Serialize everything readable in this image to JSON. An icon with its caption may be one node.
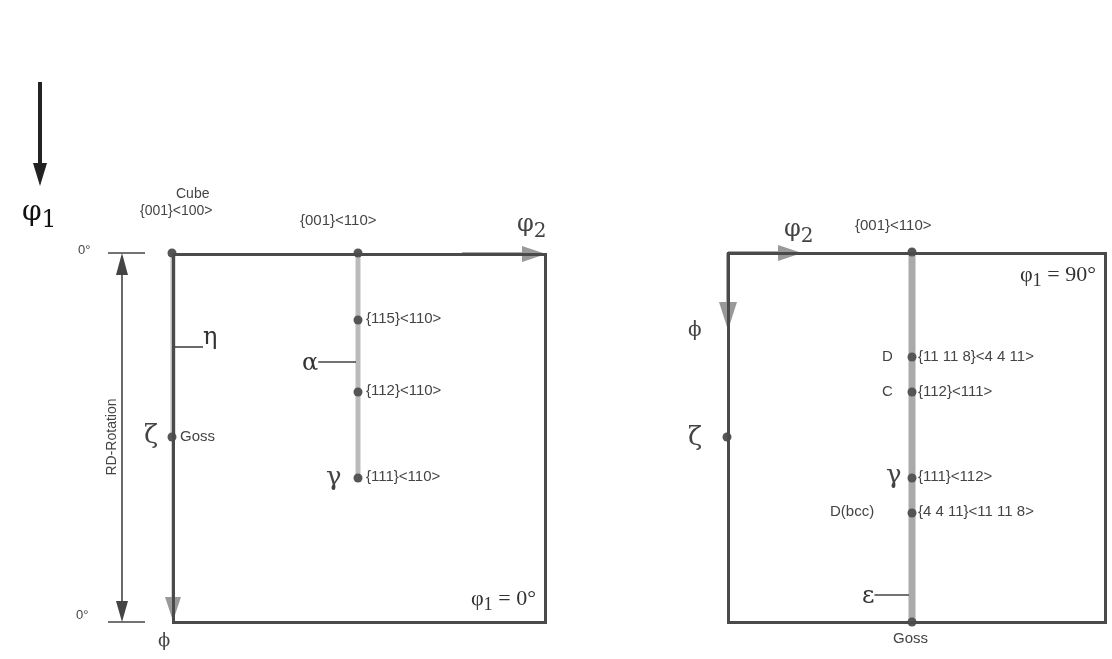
{
  "diagram": {
    "nodes": [
      {
        "text": [
          "φ$_{1}$ = 0°"
        ]
      },
      {
        "text": [
          "φ$_{1}$ = 90°"
        ]
      },
      {
        "text": [
          "η"
        ],
        "in": 0
      },
      {
        "text": [
          "α"
        ],
        "in": 0
      },
      {
        "text": [
          "ε"
        ],
        "in": 1
      }
    ],
    "edges": [
      {
        "from": 2,
        "to": null,
        "arrow": "none"
      },
      {
        "from": 3,
        "to": null,
        "arrow": "none"
      },
      {
        "from": 4,
        "to": null,
        "arrow": "none"
      }
    ],
    "labels": [
      "φ$_{1}$",
      "Cube",
      "{001}<100>",
      "{001}<110>",
      "φ$_{2}$",
      "0°",
      "RD-Rotation",
      "{115}<110>",
      "ζ",
      "Goss",
      "{112}<110>",
      "γ",
      "{111}<110>",
      "0°",
      "ϕ",
      "φ$_{2}$",
      "{001}<110>",
      "ϕ",
      "D",
      "{11 11 8}<4 4 11>",
      "C",
      "{112}<111>",
      "ζ",
      "γ",
      "{111}<112>",
      "D(bcc)",
      "{4 4 11}<11 11 8>",
      "Goss"
    ]
  }
}
